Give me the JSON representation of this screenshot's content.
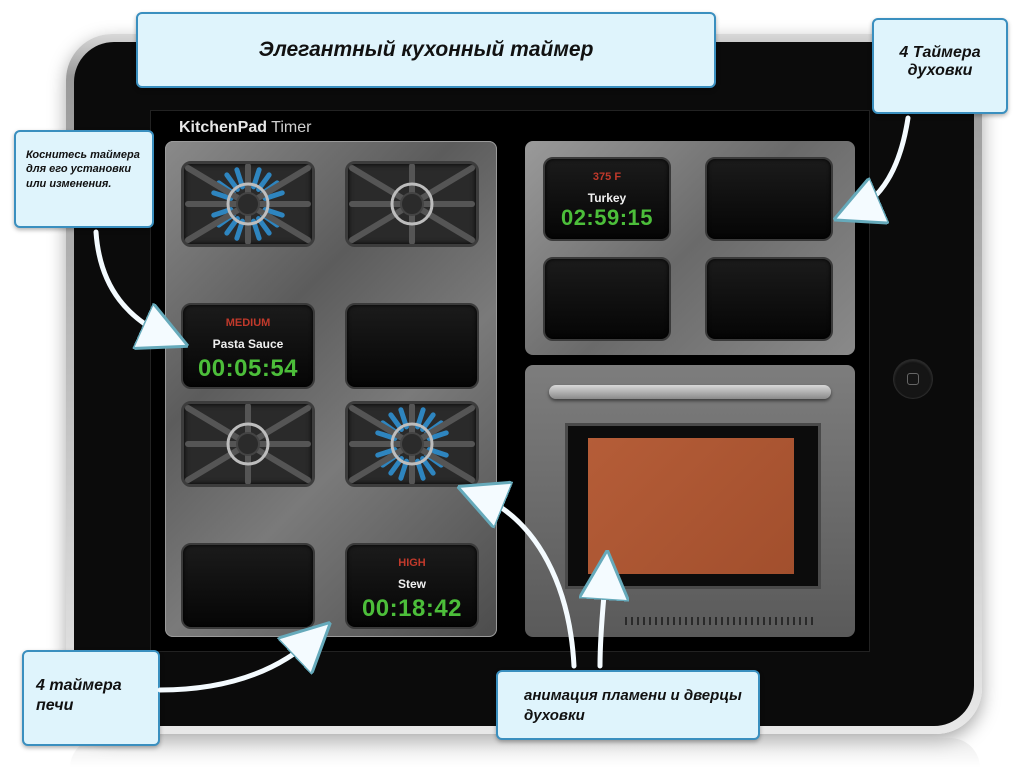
{
  "callouts": {
    "title": "Элегантный кухонный таймер",
    "oven_timers": "4 Таймера духовки",
    "touch_hint": "Коснитесь таймера для его установки или изменения.",
    "stove_timers": "4 таймера печи",
    "animation": "анимация пламени и дверцы духовки"
  },
  "app": {
    "title_bold": "KitchenPad",
    "title_light": "Timer"
  },
  "stovetop": {
    "burners": [
      {
        "position": "top-left",
        "flame": true
      },
      {
        "position": "top-right",
        "flame": false
      },
      {
        "position": "bottom-left",
        "flame": false
      },
      {
        "position": "bottom-right",
        "flame": true
      }
    ],
    "timers": [
      {
        "level": "MEDIUM",
        "dish": "Pasta Sauce",
        "time": "00:05:54"
      },
      {
        "level": "",
        "dish": "",
        "time": ""
      },
      {
        "level": "",
        "dish": "",
        "time": ""
      },
      {
        "level": "HIGH",
        "dish": "Stew",
        "time": "00:18:42"
      }
    ]
  },
  "oven": {
    "timers": [
      {
        "level": "375 F",
        "dish": "Turkey",
        "time": "02:59:15"
      },
      {
        "level": "",
        "dish": "",
        "time": ""
      },
      {
        "level": "",
        "dish": "",
        "time": ""
      },
      {
        "level": "",
        "dish": "",
        "time": ""
      }
    ]
  },
  "colors": {
    "timer_green": "#4cbe3a",
    "level_red": "#c0392b",
    "flame_blue": "#2f8fd0",
    "oven_window": "#b55d38",
    "callout_bg": "#dff4fc"
  }
}
